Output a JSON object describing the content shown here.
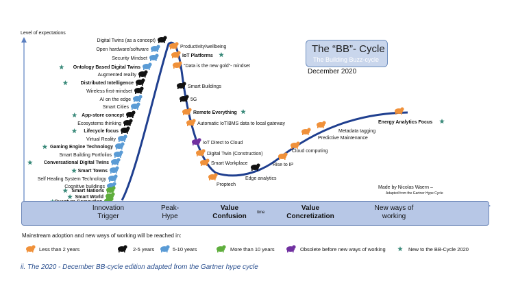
{
  "chart_data": {
    "type": "line",
    "title": "The “BB”- Cycle",
    "subtitle": "The Building Buzz-cycle",
    "date": "December 2020",
    "ylabel": "Level of expectations",
    "xlabel": "time",
    "phases": [
      {
        "line1": "Innovation",
        "line2": "Trigger",
        "bold": false
      },
      {
        "line1": "Peak-",
        "line2": "Hype",
        "bold": false
      },
      {
        "line1": "Value",
        "line2": "Confusion",
        "bold": true
      },
      {
        "line1": "Value",
        "line2": "Concretization",
        "bold": true
      },
      {
        "line1": "New ways of",
        "line2": "working",
        "bold": false
      }
    ],
    "items_rising": [
      {
        "label": "Digital Twins (as a concept)",
        "bold": false,
        "star": false,
        "category": "2-5"
      },
      {
        "label": "Open hardware/software",
        "bold": false,
        "star": false,
        "category": "5-10"
      },
      {
        "label": "Security Mindset",
        "bold": false,
        "star": false,
        "category": "5-10"
      },
      {
        "label": "Ontology Based Digital Twins",
        "bold": true,
        "star": true,
        "category": "5-10"
      },
      {
        "label": "Augmented reality",
        "bold": false,
        "star": false,
        "category": "2-5"
      },
      {
        "label": "Distributed Intelligence",
        "bold": true,
        "star": true,
        "category": "2-5"
      },
      {
        "label": "Wireless first-mindset",
        "bold": false,
        "star": false,
        "category": "2-5"
      },
      {
        "label": "AI on the edge",
        "bold": false,
        "star": false,
        "category": "5-10"
      },
      {
        "label": "Smart Cities",
        "bold": false,
        "star": false,
        "category": "5-10"
      },
      {
        "label": "App-store concept",
        "bold": true,
        "star": true,
        "category": "2-5"
      },
      {
        "label": "Ecosystems thinking",
        "bold": false,
        "star": false,
        "category": "2-5"
      },
      {
        "label": "Lifecycle focus",
        "bold": true,
        "star": true,
        "category": "2-5"
      },
      {
        "label": "Virtual Reality",
        "bold": false,
        "star": false,
        "category": "5-10"
      },
      {
        "label": "Gaming Engine Technology",
        "bold": true,
        "star": true,
        "category": "5-10"
      },
      {
        "label": "Smart Building Portfolios",
        "bold": false,
        "star": false,
        "category": "5-10"
      },
      {
        "label": "Conversational Digital Twins",
        "bold": true,
        "star": true,
        "category": "5-10"
      },
      {
        "label": "Smart Towns",
        "bold": true,
        "star": true,
        "category": "5-10"
      },
      {
        "label": "Self Healing System Technology",
        "bold": false,
        "star": false,
        "category": "5-10"
      },
      {
        "label": "Cognitive buildings",
        "bold": false,
        "star": false,
        "category": "5-10"
      },
      {
        "label": "Smart Nations",
        "bold": true,
        "star": true,
        "category": "10+"
      },
      {
        "label": "Smart World",
        "bold": true,
        "star": true,
        "category": "10+"
      },
      {
        "label": "Quantum Computing",
        "bold": true,
        "star": true,
        "category": "10+"
      }
    ],
    "items_falling": [
      {
        "label": "Productivity/wellbeing",
        "bold": false,
        "star": false,
        "category": "lt2"
      },
      {
        "label": "IoT Platforms",
        "bold": true,
        "star": true,
        "category": "lt2"
      },
      {
        "label": "“Data is the new gold”- mindset",
        "bold": false,
        "star": false,
        "category": "lt2"
      },
      {
        "label": "Smart Buildings",
        "bold": false,
        "star": false,
        "category": "2-5"
      },
      {
        "label": "5G",
        "bold": false,
        "star": false,
        "category": "2-5"
      },
      {
        "label": "Remote Everything",
        "bold": true,
        "star": true,
        "category": "lt2"
      },
      {
        "label": "Automatic IoT/BMS data to local gateway",
        "bold": false,
        "star": false,
        "category": "lt2"
      },
      {
        "label": "IoT Direct to Cloud",
        "bold": false,
        "star": false,
        "category": "obsolete"
      },
      {
        "label": "Digital Twin (Construction)",
        "bold": false,
        "star": false,
        "category": "lt2"
      },
      {
        "label": "Smart Workplace",
        "bold": false,
        "star": false,
        "category": "lt2"
      },
      {
        "label": "Proptech",
        "bold": false,
        "star": false,
        "category": "lt2"
      }
    ],
    "items_slope": [
      {
        "label": "Edge analytics",
        "bold": false,
        "star": false,
        "category": "2-5"
      },
      {
        "label": "Rise to IP",
        "bold": false,
        "star": false,
        "category": "lt2"
      },
      {
        "label": "Cloud computing",
        "bold": false,
        "star": false,
        "category": "lt2"
      },
      {
        "label": "Predictive Maintenance",
        "bold": false,
        "star": false,
        "category": "lt2"
      },
      {
        "label": "Metadata tagging",
        "bold": false,
        "star": false,
        "category": "lt2"
      },
      {
        "label": "Energy Analytics Focus",
        "bold": true,
        "star": true,
        "category": "lt2"
      }
    ],
    "mainstream_text": "Mainstream adoption and new ways of working will be reached in:",
    "legend": [
      {
        "key": "lt2",
        "label": "Less than 2 years",
        "color": "#f0913a"
      },
      {
        "key": "2-5",
        "label": "2-5 years",
        "color": "#111111"
      },
      {
        "key": "5-10",
        "label": "5-10 years",
        "color": "#5a9bd5"
      },
      {
        "key": "10+",
        "label": "More than 10 years",
        "color": "#5fae3d"
      },
      {
        "key": "obsolete",
        "label": "Obsolete before new ways of working",
        "color": "#7030a0"
      },
      {
        "key": "new",
        "label": "New to the BB-Cycle 2020",
        "color": "#1f3b8f"
      }
    ],
    "made_by": "Made by Nicolas Waern –",
    "adapted_note": "Adapted from the Gartner Hype Cycle",
    "caption": "ii. The 2020 - December BB-cycle edition adapted from the Gartner hype cycle",
    "colors": {
      "curve": "#1f3f8f",
      "band": "#b7c7e6",
      "accent": "#c9d6ec",
      "star": "#3a8a7a"
    },
    "icons": {
      "lt2": "tiger-icon",
      "2-5": "rabbit-icon",
      "5-10": "elephant-icon",
      "10+": "turtle-icon",
      "obsolete": "dinosaur-icon",
      "new": "star-icon"
    }
  }
}
